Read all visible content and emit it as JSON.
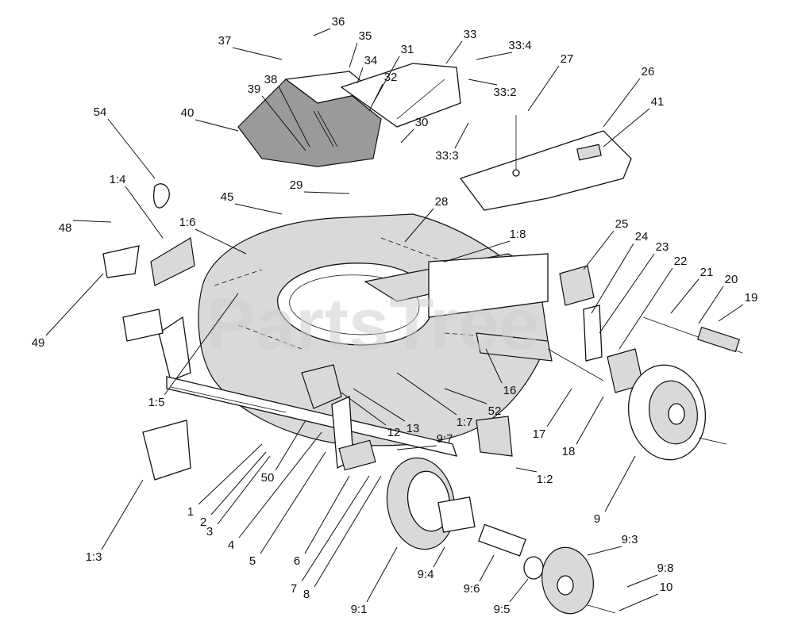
{
  "watermark": "PartsTree",
  "callouts": [
    "1",
    "1:2",
    "1:3",
    "1:4",
    "1:5",
    "1:6",
    "1:7",
    "1:8",
    "2",
    "3",
    "4",
    "5",
    "6",
    "7",
    "8",
    "9",
    "9:1",
    "9:3",
    "9:4",
    "9:5",
    "9:6",
    "9:7",
    "9:8",
    "10",
    "12",
    "13",
    "16",
    "17",
    "18",
    "19",
    "20",
    "21",
    "22",
    "23",
    "24",
    "25",
    "26",
    "27",
    "28",
    "29",
    "30",
    "31",
    "32",
    "33",
    "33:2",
    "33:3",
    "33:4",
    "34",
    "35",
    "36",
    "37",
    "38",
    "39",
    "40",
    "41",
    "45",
    "48",
    "49",
    "50",
    "52",
    "54"
  ]
}
